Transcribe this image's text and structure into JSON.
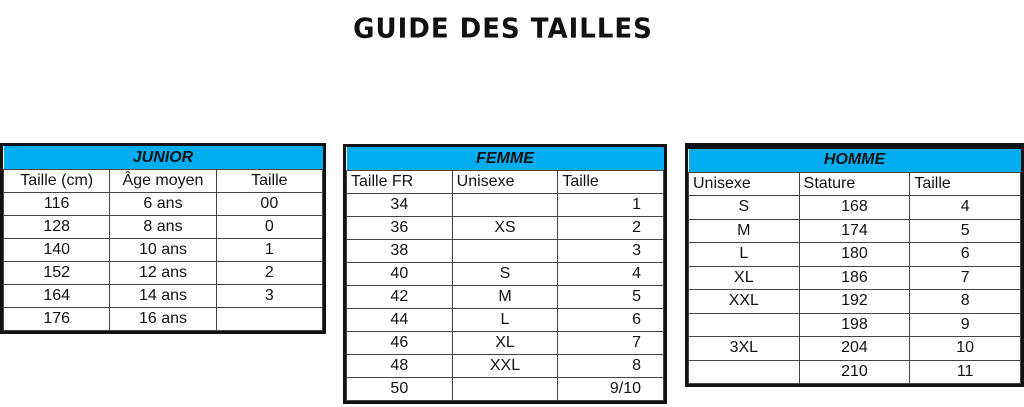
{
  "title": "GUIDE DES TAILLES",
  "tables": [
    {
      "id": "junior",
      "name": "JUNIOR",
      "align": [
        "c",
        "c",
        "c"
      ],
      "headers": [
        "Taille (cm)",
        "Âge moyen",
        "Taille"
      ],
      "headerAlign": [
        "c",
        "c",
        "c"
      ],
      "rows": [
        [
          "116",
          "6 ans",
          "00"
        ],
        [
          "128",
          "8 ans",
          "0"
        ],
        [
          "140",
          "10 ans",
          "1"
        ],
        [
          "152",
          "12 ans",
          "2"
        ],
        [
          "164",
          "14 ans",
          "3"
        ],
        [
          "176",
          "16 ans",
          ""
        ]
      ]
    },
    {
      "id": "femme",
      "name": "FEMME",
      "align": [
        "c",
        "c",
        "r"
      ],
      "headers": [
        "Taille FR",
        "Unisexe",
        "Taille"
      ],
      "headerAlign": [
        "l",
        "l",
        "l"
      ],
      "rows": [
        [
          "34",
          "",
          "1"
        ],
        [
          "36",
          "XS",
          "2"
        ],
        [
          "38",
          "",
          "3"
        ],
        [
          "40",
          "S",
          "4"
        ],
        [
          "42",
          "M",
          "5"
        ],
        [
          "44",
          "L",
          "6"
        ],
        [
          "46",
          "XL",
          "7"
        ],
        [
          "48",
          "XXL",
          "8"
        ],
        [
          "50",
          "",
          "9/10"
        ]
      ]
    },
    {
      "id": "homme",
      "name": "HOMME",
      "align": [
        "c",
        "c",
        "c"
      ],
      "headers": [
        "Unisexe",
        "Stature",
        "Taille"
      ],
      "headerAlign": [
        "l",
        "l",
        "l"
      ],
      "rows": [
        [
          "S",
          "168",
          "4"
        ],
        [
          "M",
          "174",
          "5"
        ],
        [
          "L",
          "180",
          "6"
        ],
        [
          "XL",
          "186",
          "7"
        ],
        [
          "XXL",
          "192",
          "8"
        ],
        [
          "",
          "198",
          "9"
        ],
        [
          "3XL",
          "204",
          "10"
        ],
        [
          "",
          "210",
          "11"
        ]
      ]
    }
  ]
}
